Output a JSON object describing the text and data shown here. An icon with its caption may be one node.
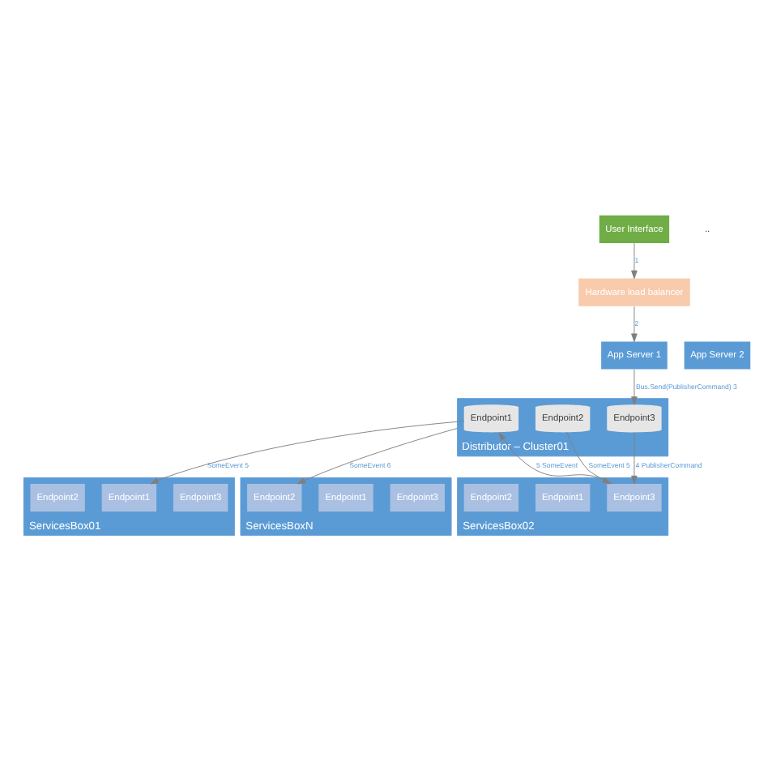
{
  "diagram": {
    "nodes": [
      {
        "text": [
          "User Interface"
        ]
      },
      {
        "text": [
          "Hardware load balancer"
        ]
      },
      {
        "text": [
          "App Server 1"
        ]
      },
      {
        "text": [
          "App Server 2"
        ]
      },
      {
        "text": [
          "Distributor – Cluster01"
        ]
      },
      {
        "text": [
          "Endpoint1"
        ],
        "in": 4
      },
      {
        "text": [
          "Endpoint2"
        ],
        "in": 4
      },
      {
        "text": [
          "Endpoint3"
        ],
        "in": 4
      },
      {
        "text": [
          "ServicesBox01"
        ]
      },
      {
        "text": [
          "Endpoint3"
        ],
        "in": 8
      },
      {
        "text": [
          "Endpoint1"
        ],
        "in": 8
      },
      {
        "text": [
          "Endpoint2"
        ],
        "in": 8
      },
      {
        "text": [
          "ServicesBox02"
        ]
      },
      {
        "text": [
          "Endpoint3"
        ],
        "in": 12
      },
      {
        "text": [
          "Endpoint1"
        ],
        "in": 12
      },
      {
        "text": [
          "Endpoint2"
        ],
        "in": 12
      },
      {
        "text": [
          "ServicesBoxN"
        ]
      },
      {
        "text": [
          "Endpoint3"
        ],
        "in": 16
      },
      {
        "text": [
          "Endpoint1"
        ],
        "in": 16
      },
      {
        "text": [
          "Endpoint2"
        ],
        "in": 16
      }
    ],
    "edges": [
      {
        "from": 0,
        "to": 1,
        "arrow": "to",
        "label": "1"
      },
      {
        "from": 1,
        "to": 2,
        "arrow": "to",
        "label": "2"
      },
      {
        "from": 2,
        "to": 7,
        "arrow": "to",
        "label": "Bus.Send(PublisherCommand) 3"
      },
      {
        "from": 5,
        "to": 10,
        "arrow": "to",
        "label": "SomeEvent 5"
      },
      {
        "from": 13,
        "to": 5,
        "arrow": "to",
        "label": "5 SomeEvent"
      },
      {
        "from": 6,
        "to": 13,
        "arrow": "to",
        "label": "SomeEvent 5"
      },
      {
        "from": 7,
        "to": 13,
        "arrow": "to",
        "label": "4 PublisherCommand"
      },
      {
        "from": 4,
        "to": 19,
        "arrow": "to",
        "label": "SomeEvent 6"
      }
    ],
    "labels": [
      ".."
    ]
  }
}
